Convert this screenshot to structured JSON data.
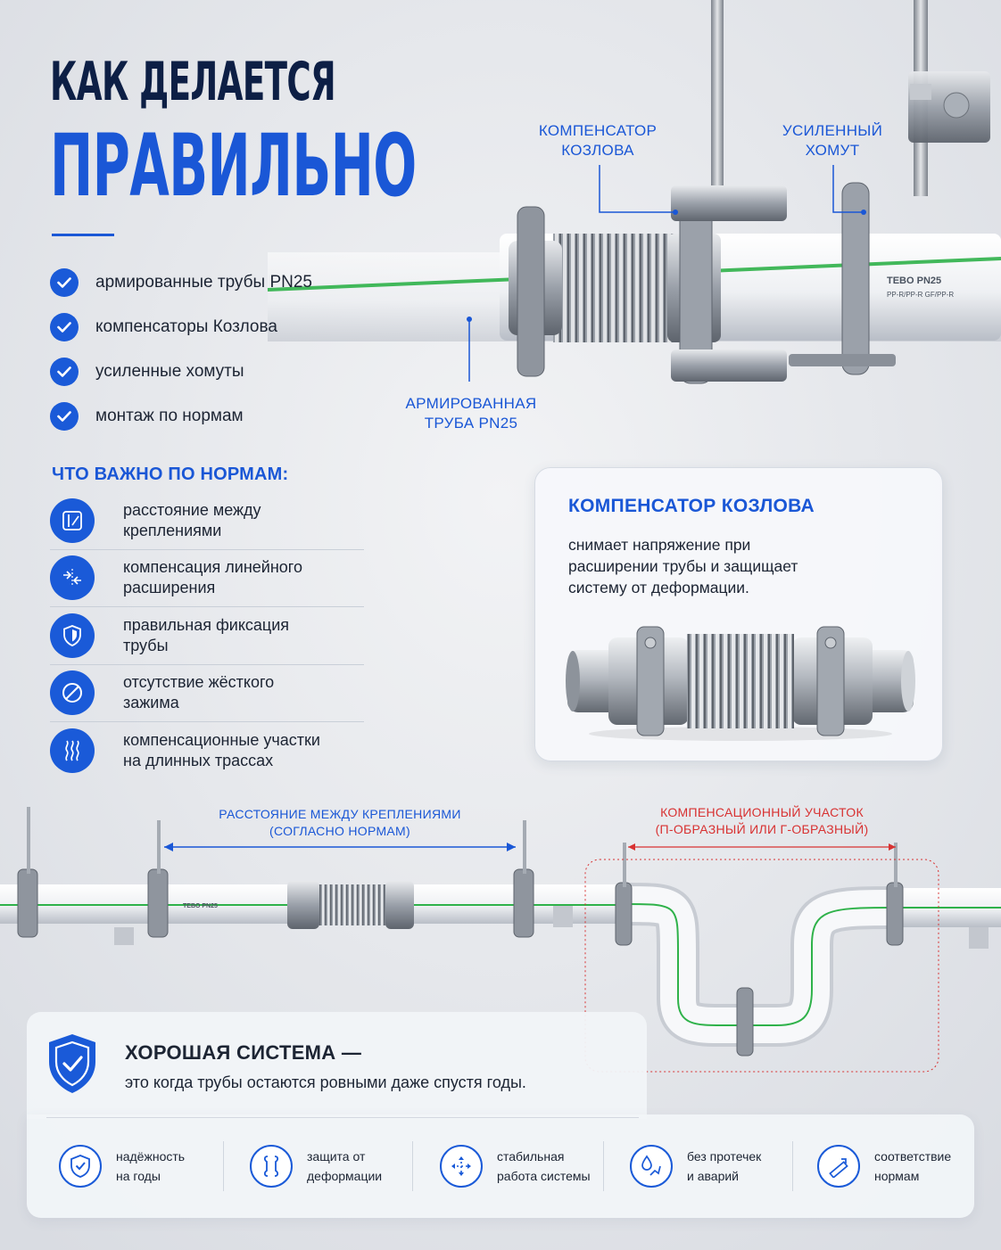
{
  "title": {
    "line1": "КАК ДЕЛАЕТСЯ",
    "line2": "ПРАВИЛЬНО"
  },
  "checklist": [
    {
      "icon": "check-icon",
      "text": "армированные трубы PN25"
    },
    {
      "icon": "check-icon",
      "text": "компенсаторы Козлова"
    },
    {
      "icon": "check-icon",
      "text": "усиленные хомуты"
    },
    {
      "icon": "check-icon",
      "text": "монтаж по нормам"
    }
  ],
  "norms": {
    "title": "ЧТО ВАЖНО ПО НОРМАМ:",
    "items": [
      {
        "icon": "ruler-icon",
        "line1": "расстояние между",
        "line2": "креплениями"
      },
      {
        "icon": "expansion-icon",
        "line1": "компенсация линейного",
        "line2": "расширения"
      },
      {
        "icon": "shield-icon",
        "line1": "правильная фиксация",
        "line2": "трубы"
      },
      {
        "icon": "prohibited-icon",
        "line1": "отсутствие жёсткого",
        "line2": "зажима"
      },
      {
        "icon": "waves-icon",
        "line1": "компенсационные участки",
        "line2": "на длинных трассах"
      }
    ]
  },
  "callouts": {
    "compensator": {
      "line1": "КОМПЕНСАТОР",
      "line2": "КОЗЛОВА"
    },
    "clamp": {
      "line1": "УСИЛЕННЫЙ",
      "line2": "ХОМУТ"
    },
    "pipe": {
      "line1": "АРМИРОВАННАЯ",
      "line2": "ТРУБА PN25"
    }
  },
  "pipe_marking": {
    "brand": "TEBO",
    "pressure": "PN25",
    "material": "PP-R/PP-R GF/PP-R"
  },
  "card": {
    "title": "КОМПЕНСАТОР КОЗЛОВА",
    "line1": "снимает напряжение при",
    "line2": "расширении трубы и защищает",
    "line3": "систему от деформации."
  },
  "diagram": {
    "spacing": {
      "line1": "РАССТОЯНИЕ МЕЖДУ КРЕПЛЕНИЯМИ",
      "line2": "(СОГЛАСНО НОРМАМ)"
    },
    "loop": {
      "line1": "КОМПЕНСАЦИОННЫЙ УЧАСТОК",
      "line2": "(П-ОБРАЗНЫЙ ИЛИ Г-ОБРАЗНЫЙ)"
    },
    "pipe_marking": "TEBO PN25"
  },
  "good_system": {
    "title": "ХОРОШАЯ СИСТЕМА —",
    "subtitle": "это когда трубы остаются ровными даже спустя годы."
  },
  "features": [
    {
      "icon": "shield-check-icon",
      "line1": "надёжность",
      "line2": "на годы"
    },
    {
      "icon": "bracket-icon",
      "line1": "защита от",
      "line2": "деформации"
    },
    {
      "icon": "arrows-icon",
      "line1": "стабильная",
      "line2": "работа системы"
    },
    {
      "icon": "drop-icon",
      "line1": "без протечек",
      "line2": "и аварий"
    },
    {
      "icon": "ruler-pencil-icon",
      "line1": "соответствие",
      "line2": "нормам"
    }
  ],
  "colors": {
    "accent": "#1a57d6",
    "navy": "#0d1f45",
    "pipe_stripe": "#2fb24a",
    "warning": "#d83232"
  }
}
